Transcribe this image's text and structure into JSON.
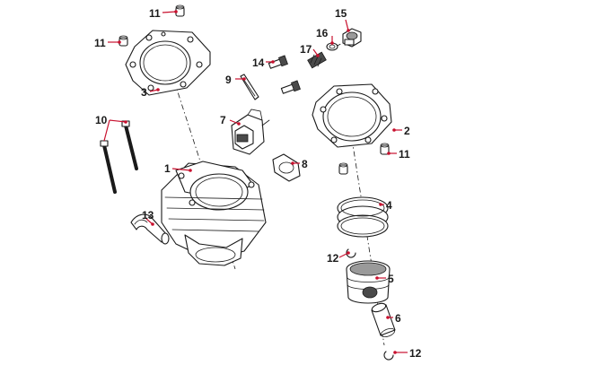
{
  "colors": {
    "leader": "#c8102e",
    "ink": "#1a1a1a",
    "background": "#ffffff"
  },
  "callouts": {
    "c1": "1",
    "c2": "2",
    "c3": "3",
    "c4": "4",
    "c5": "5",
    "c6": "6",
    "c7": "7",
    "c8": "8",
    "c9": "9",
    "c10": "10",
    "c11a": "11",
    "c11b": "11",
    "c11c": "11",
    "c12a": "12",
    "c12b": "12",
    "c13": "13",
    "c14": "14",
    "c15": "15",
    "c16": "16",
    "c17": "17"
  }
}
